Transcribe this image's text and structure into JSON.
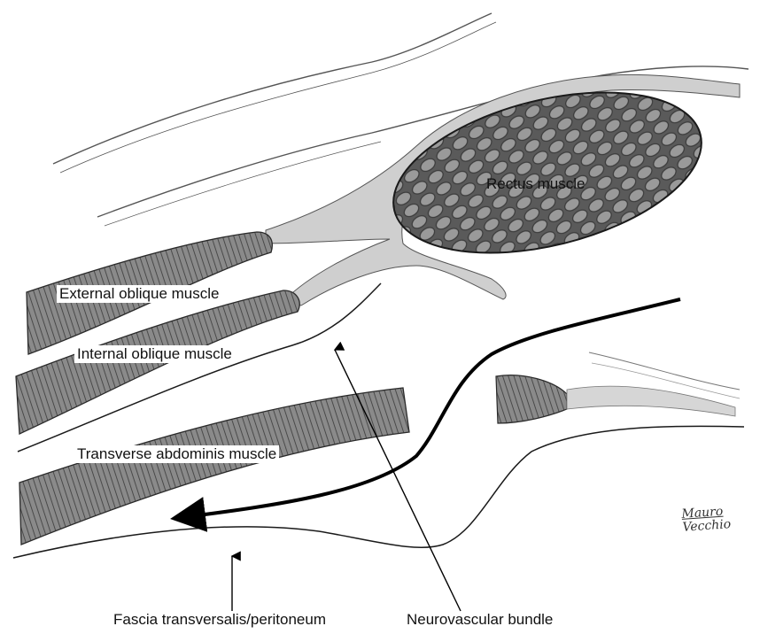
{
  "labels": {
    "rectus": "Rectus muscle",
    "external_oblique": "External oblique muscle",
    "internal_oblique": "Internal oblique muscle",
    "transverse_abdominis": "Transverse abdominis muscle",
    "fascia": "Fascia transversalis/peritoneum",
    "neurovascular": "Neurovascular bundle"
  },
  "signature": {
    "line1": "Mauro",
    "line2": "Vecchio"
  },
  "colors": {
    "muscle": "#6e6e6e",
    "muscle_dark": "#3d3d3d",
    "aponeurosis": "#cfcfcf",
    "outline": "#1a1a1a",
    "arrow": "#000000"
  }
}
